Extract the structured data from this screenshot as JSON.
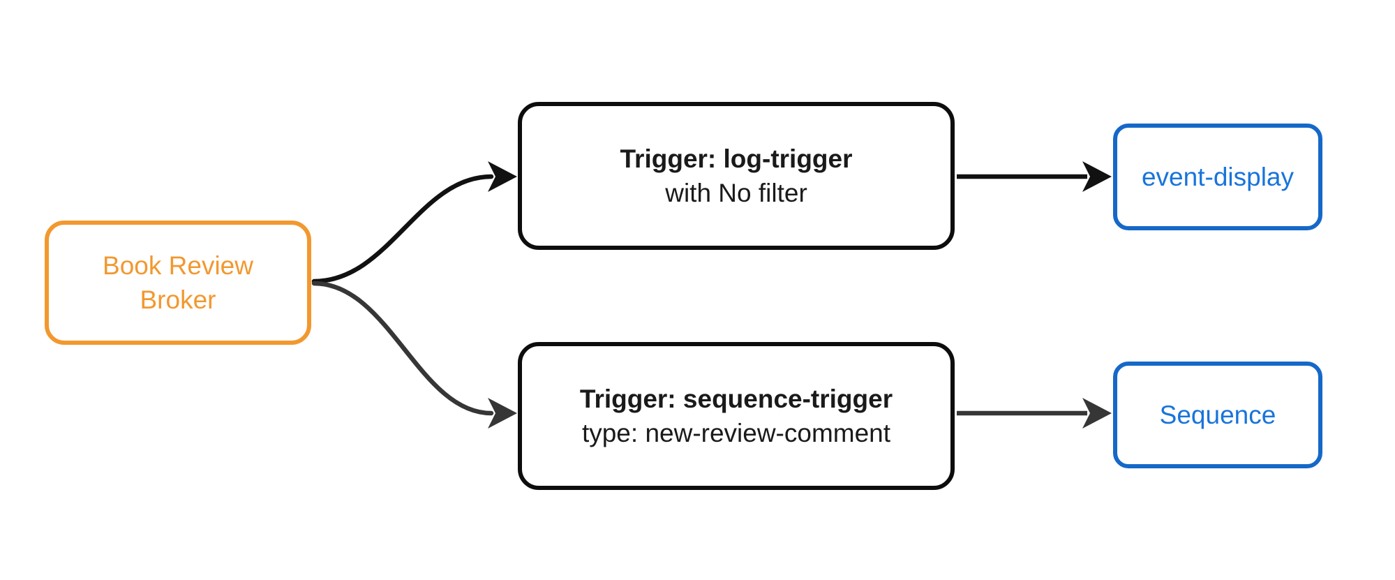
{
  "diagram": {
    "type": "flowchart",
    "direction": "left-to-right",
    "background_color": "#ffffff",
    "nodes": {
      "broker": {
        "line1": "Book Review",
        "line2": "Broker",
        "border_color": "#F2982F",
        "text_color": "#F2982F",
        "fill": "#ffffff"
      },
      "log_trigger": {
        "line1": "Trigger: log-trigger",
        "line2": "with No filter",
        "line1_bold": true,
        "border_color": "#0d0d0d",
        "text_color": "#1a1a1a",
        "fill": "#ffffff"
      },
      "sequence_trigger": {
        "line1": "Trigger: sequence-trigger",
        "line2": "type: new-review-comment",
        "line1_bold": true,
        "border_color": "#0d0d0d",
        "text_color": "#1a1a1a",
        "fill": "#ffffff"
      },
      "event_display": {
        "label": "event-display",
        "border_color": "#1568C8",
        "text_color": "#1874DB",
        "fill": "#ffffff"
      },
      "sequence": {
        "label": "Sequence",
        "border_color": "#1568C8",
        "text_color": "#1874DB",
        "fill": "#ffffff"
      }
    },
    "edges": [
      {
        "from": "broker",
        "to": "log_trigger",
        "style": "curved",
        "color": "#111111"
      },
      {
        "from": "broker",
        "to": "sequence_trigger",
        "style": "curved",
        "color": "#363636"
      },
      {
        "from": "log_trigger",
        "to": "event_display",
        "style": "straight",
        "color": "#111111"
      },
      {
        "from": "sequence_trigger",
        "to": "sequence",
        "style": "straight",
        "color": "#363636"
      }
    ]
  }
}
